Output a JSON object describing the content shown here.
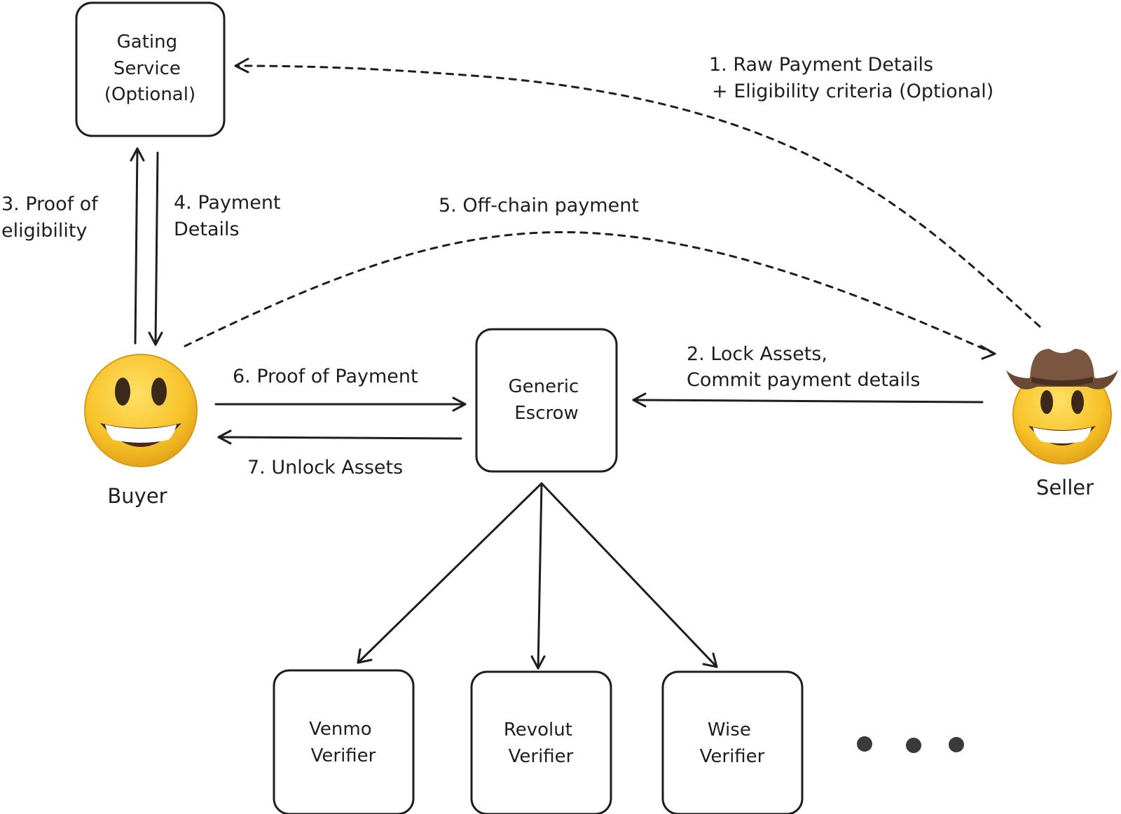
{
  "nodes": {
    "gating_service": {
      "lines": [
        "Gating",
        "Service",
        "(Optional)"
      ]
    },
    "generic_escrow": {
      "lines": [
        "Generic",
        "Escrow"
      ]
    },
    "venmo_verifier": {
      "lines": [
        "Venmo",
        "Verifier"
      ]
    },
    "revolut_verifier": {
      "lines": [
        "Revolut",
        "Verifier"
      ]
    },
    "wise_verifier": {
      "lines": [
        "Wise",
        "Verifier"
      ]
    }
  },
  "actors": {
    "buyer": {
      "label": "Buyer",
      "icon": "smiling-face-icon",
      "emoji": "😃"
    },
    "seller": {
      "label": "Seller",
      "icon": "cowboy-face-icon",
      "emoji": "🤠"
    }
  },
  "edges": {
    "step1": {
      "lines": [
        "1. Raw Payment Details",
        "+ Eligibility criteria (Optional)"
      ]
    },
    "step2": {
      "lines": [
        "2. Lock Assets,",
        "Commit payment details"
      ]
    },
    "step3": {
      "lines": [
        "3. Proof of",
        "eligibility"
      ]
    },
    "step4": {
      "lines": [
        "4. Payment",
        "Details"
      ]
    },
    "step5": {
      "lines": [
        "5. Off-chain payment"
      ]
    },
    "step6": {
      "lines": [
        "6. Proof of Payment"
      ]
    },
    "step7": {
      "lines": [
        "7. Unlock Assets"
      ]
    }
  },
  "colors": {
    "ink": "#1e1e1e",
    "face_yellow": "#f7c229",
    "hat_brown": "#6b4a33",
    "dots": "#3a3a3a"
  }
}
